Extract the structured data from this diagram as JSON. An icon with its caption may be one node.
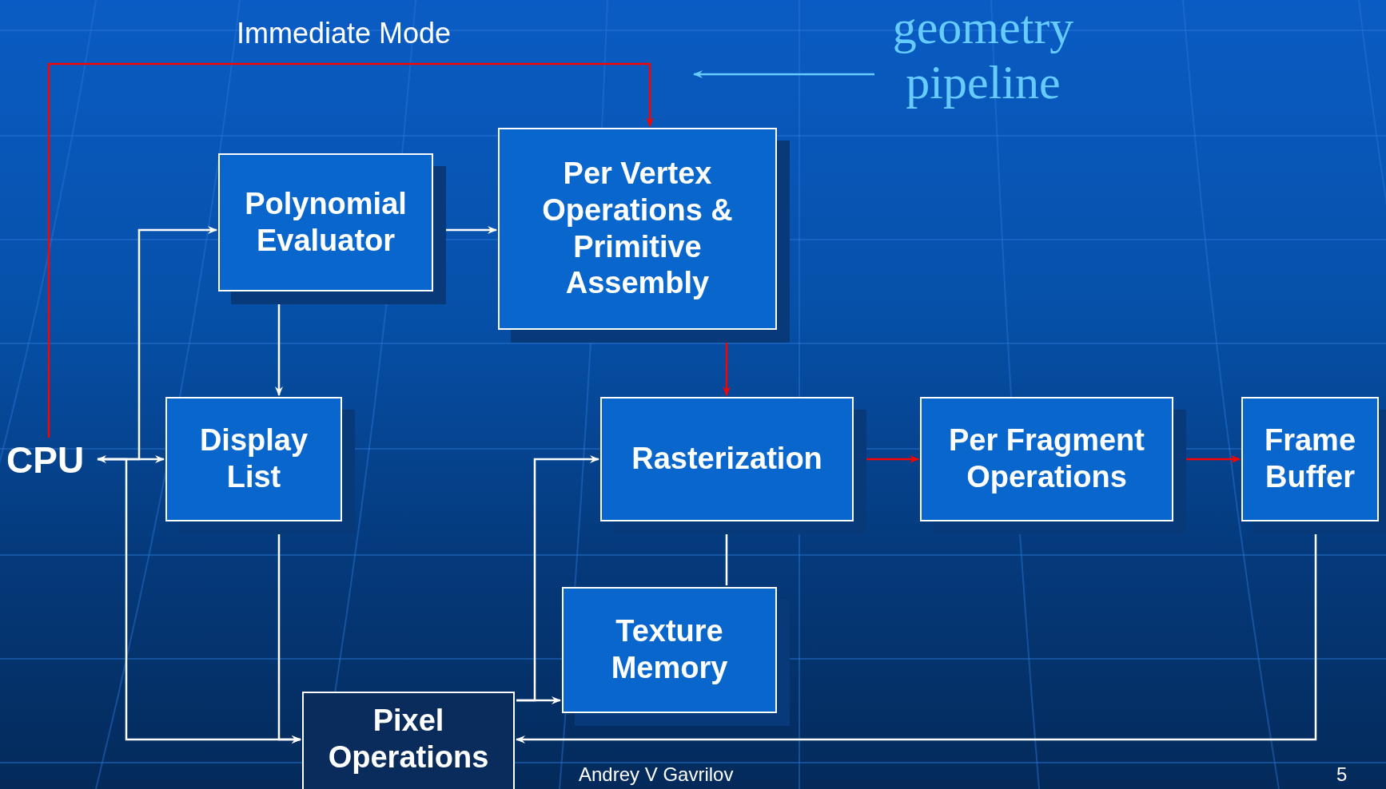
{
  "diagram": {
    "nodes": [
      {
        "text": [
          "CPU"
        ]
      },
      {
        "text": [
          "Polynomial Evaluator"
        ]
      },
      {
        "text": [
          "Per Vertex Operations & Primitive Assembly"
        ]
      },
      {
        "text": [
          "Display List"
        ]
      },
      {
        "text": [
          "Rasterization"
        ]
      },
      {
        "text": [
          "Per Fragment Operations"
        ]
      },
      {
        "text": [
          "Frame Buffer"
        ]
      },
      {
        "text": [
          "Texture Memory"
        ]
      },
      {
        "text": [
          "Pixel Operations"
        ]
      },
      {
        "text": [
          "geometry pipeline"
        ]
      }
    ],
    "edges": [
      {
        "from": 0,
        "to": 3,
        "arrow": "to"
      },
      {
        "from": 0,
        "to": 1,
        "arrow": "to"
      },
      {
        "from": 0,
        "to": 8,
        "arrow": "both"
      },
      {
        "from": 0,
        "to": 2,
        "arrow": "to",
        "label": "Immediate Mode",
        "color": "#ff0000"
      },
      {
        "from": 1,
        "to": 2,
        "arrow": "to"
      },
      {
        "from": 1,
        "to": 3,
        "arrow": "both"
      },
      {
        "from": 2,
        "to": 4,
        "arrow": "to",
        "color": "#ff0000"
      },
      {
        "from": 3,
        "to": 8,
        "arrow": "to"
      },
      {
        "from": 8,
        "to": 4,
        "arrow": "to"
      },
      {
        "from": 8,
        "to": 7,
        "arrow": "to"
      },
      {
        "from": 7,
        "to": 4,
        "arrow": "to"
      },
      {
        "from": 4,
        "to": 5,
        "arrow": "to",
        "color": "#ff0000"
      },
      {
        "from": 5,
        "to": 6,
        "arrow": "to",
        "color": "#ff0000"
      },
      {
        "from": 6,
        "to": 8,
        "arrow": "to"
      },
      {
        "from": 9,
        "to": null,
        "arrow": "to",
        "color": "#66ccff"
      }
    ],
    "labels": [
      "Andrey V Gavrilov",
      "5"
    ]
  }
}
